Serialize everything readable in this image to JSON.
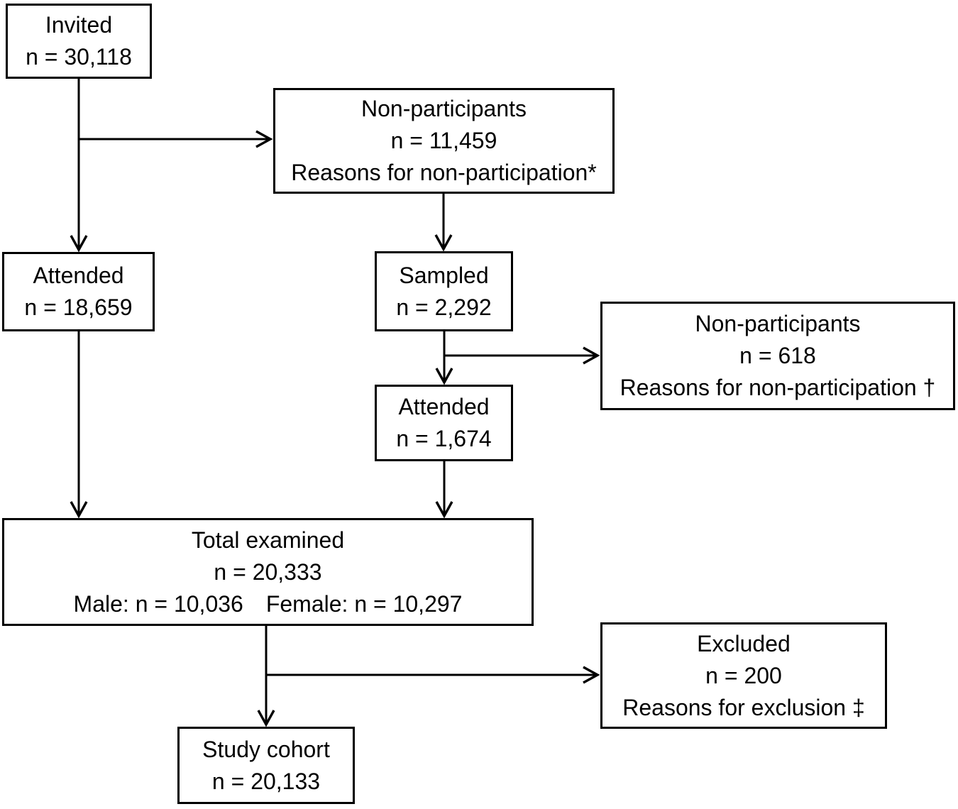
{
  "diagram": {
    "kind": "study-participant-flowchart",
    "colors": {
      "background": "#ffffff",
      "border": "#000000",
      "text": "#000000",
      "arrow": "#000000"
    },
    "nodes": {
      "invited": {
        "lines": [
          "Invited",
          "n = 30,118"
        ]
      },
      "non_participants_initial": {
        "lines": [
          "Non-participants",
          "n = 11,459",
          "Reasons for non-participation*"
        ]
      },
      "attended_main": {
        "lines": [
          "Attended",
          "n = 18,659"
        ]
      },
      "sampled": {
        "lines": [
          "Sampled",
          "n = 2,292"
        ]
      },
      "non_participants_sampled": {
        "lines": [
          "Non-participants",
          "n = 618",
          "Reasons for non-participation †"
        ]
      },
      "attended_sampled": {
        "lines": [
          "Attended",
          "n = 1,674"
        ]
      },
      "total_examined": {
        "lines": [
          "Total examined",
          "n = 20,333"
        ],
        "male": "Male: n = 10,036",
        "female": "Female: n = 10,297"
      },
      "excluded": {
        "lines": [
          "Excluded",
          "n = 200",
          "Reasons for exclusion ‡"
        ]
      },
      "study_cohort": {
        "lines": [
          "Study cohort",
          "n = 20,133"
        ]
      }
    },
    "edges": [
      {
        "from": "invited",
        "to": "non_participants_initial"
      },
      {
        "from": "invited",
        "to": "attended_main"
      },
      {
        "from": "non_participants_initial",
        "to": "sampled"
      },
      {
        "from": "sampled",
        "to": "non_participants_sampled"
      },
      {
        "from": "sampled",
        "to": "attended_sampled"
      },
      {
        "from": "attended_main",
        "to": "total_examined"
      },
      {
        "from": "attended_sampled",
        "to": "total_examined"
      },
      {
        "from": "total_examined",
        "to": "excluded"
      },
      {
        "from": "total_examined",
        "to": "study_cohort"
      }
    ]
  }
}
